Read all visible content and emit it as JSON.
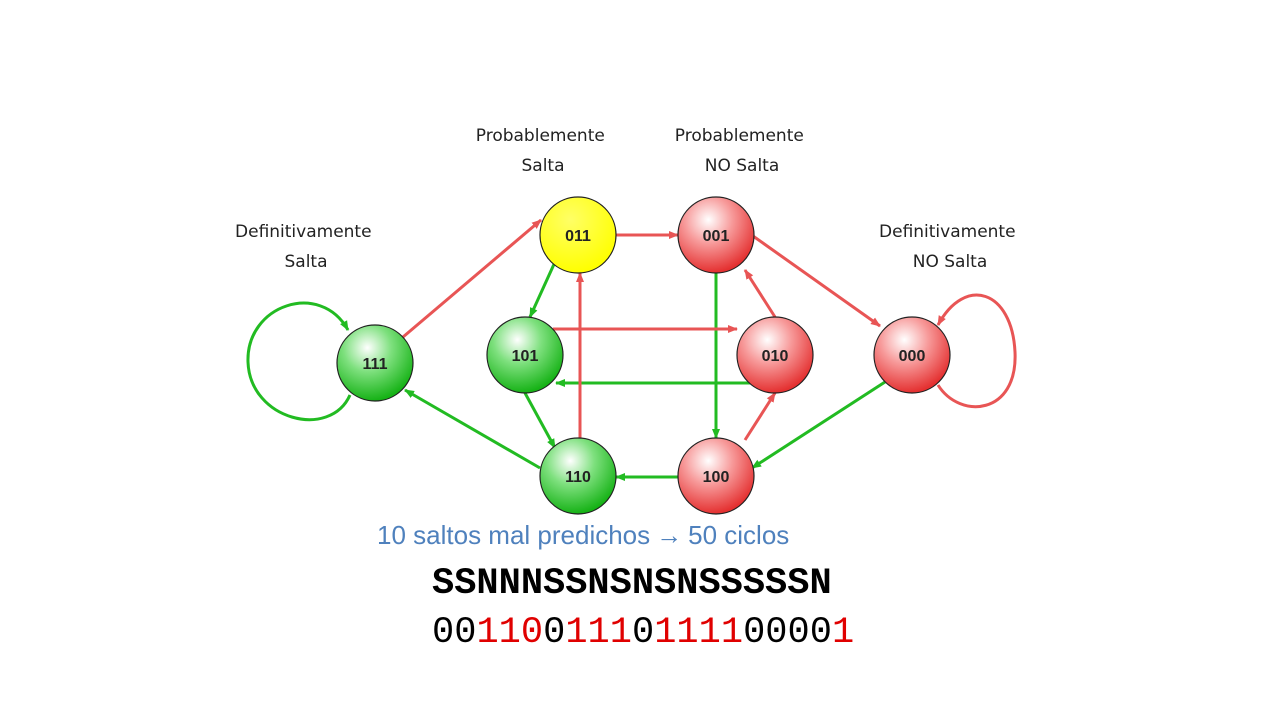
{
  "labels": {
    "def_salta": [
      "Definitivamente",
      "Salta"
    ],
    "prob_salta": [
      "Probablemente",
      "Salta"
    ],
    "prob_no_salta": [
      "Probablemente",
      "NO Salta"
    ],
    "def_no_salta": [
      "Definitivamente",
      "NO Salta"
    ]
  },
  "colors": {
    "green_edge": "#22bb22",
    "red_edge": "#e85555",
    "summary_blue": "#4f81bd",
    "bit_mispredict": "#e00000"
  },
  "nodes": [
    {
      "id": "111",
      "color": "green"
    },
    {
      "id": "011",
      "color": "yellow"
    },
    {
      "id": "001",
      "color": "red"
    },
    {
      "id": "101",
      "color": "green"
    },
    {
      "id": "010",
      "color": "red"
    },
    {
      "id": "000",
      "color": "red"
    },
    {
      "id": "110",
      "color": "green"
    },
    {
      "id": "100",
      "color": "red"
    }
  ],
  "edges": [
    {
      "from": "111",
      "to": "111",
      "color": "green"
    },
    {
      "from": "111",
      "to": "011",
      "color": "red"
    },
    {
      "from": "011",
      "to": "001",
      "color": "red"
    },
    {
      "from": "011",
      "to": "101",
      "color": "green"
    },
    {
      "from": "001",
      "to": "000",
      "color": "red"
    },
    {
      "from": "001",
      "to": "100",
      "color": "green"
    },
    {
      "from": "101",
      "to": "010",
      "color": "red"
    },
    {
      "from": "101",
      "to": "110",
      "color": "green"
    },
    {
      "from": "010",
      "to": "001",
      "color": "red"
    },
    {
      "from": "010",
      "to": "101",
      "color": "green"
    },
    {
      "from": "000",
      "to": "000",
      "color": "red"
    },
    {
      "from": "000",
      "to": "100",
      "color": "green"
    },
    {
      "from": "110",
      "to": "011",
      "color": "red"
    },
    {
      "from": "110",
      "to": "111",
      "color": "green"
    },
    {
      "from": "100",
      "to": "110",
      "color": "green"
    },
    {
      "from": "100",
      "to": "010",
      "color": "red"
    }
  ],
  "summary": {
    "left": "10 saltos mal predichos",
    "arrow": "→",
    "right": "50 ciclos"
  },
  "sequence": "SSNNNSSNSNSNSSSSSN",
  "bits": [
    {
      "v": "0",
      "bad": false
    },
    {
      "v": "0",
      "bad": false
    },
    {
      "v": "1",
      "bad": true
    },
    {
      "v": "1",
      "bad": true
    },
    {
      "v": "0",
      "bad": true
    },
    {
      "v": "0",
      "bad": false
    },
    {
      "v": "1",
      "bad": true
    },
    {
      "v": "1",
      "bad": true
    },
    {
      "v": "1",
      "bad": true
    },
    {
      "v": "0",
      "bad": false
    },
    {
      "v": "1",
      "bad": true
    },
    {
      "v": "1",
      "bad": true
    },
    {
      "v": "1",
      "bad": true
    },
    {
      "v": "1",
      "bad": true
    },
    {
      "v": "0",
      "bad": false
    },
    {
      "v": "0",
      "bad": false
    },
    {
      "v": "0",
      "bad": false
    },
    {
      "v": "0",
      "bad": false
    },
    {
      "v": "1",
      "bad": true
    }
  ]
}
